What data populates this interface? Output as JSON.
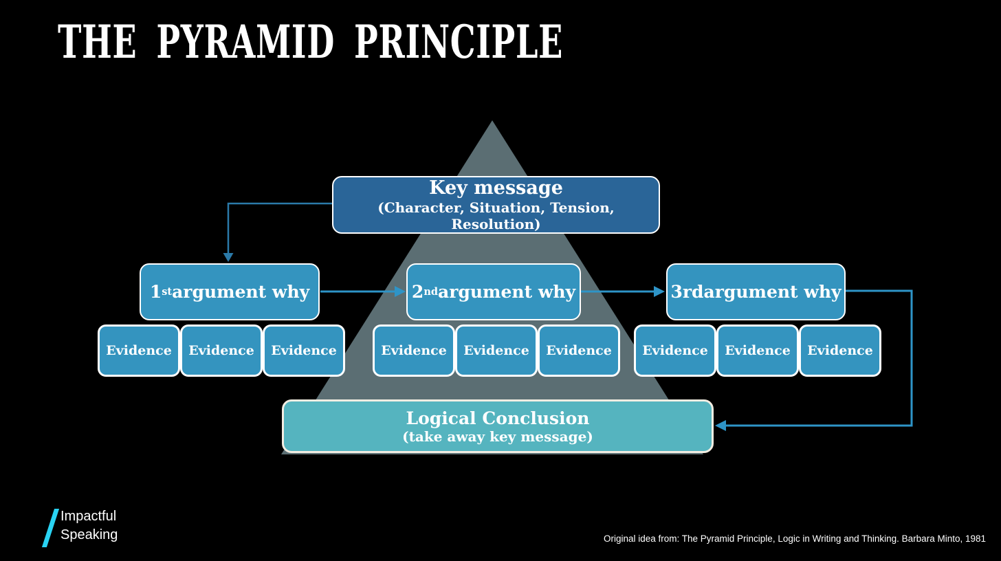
{
  "slide": {
    "title": "THE PYRAMID PRINCIPLE",
    "key_message": {
      "title": "Key message",
      "subtitle": "(Character, Situation, Tension, Resolution)"
    },
    "arguments": [
      {
        "prefix": "1",
        "sup": "st",
        "suffix": " argument why"
      },
      {
        "prefix": "2",
        "sup": "nd",
        "suffix": " argument why"
      },
      {
        "prefix": "3rd",
        "sup": "",
        "suffix": " argument why"
      }
    ],
    "evidence_groups": [
      [
        "Evidence",
        "Evidence",
        "Evidence"
      ],
      [
        "Evidence",
        "Evidence",
        "Evidence"
      ],
      [
        "Evidence",
        "Evidence",
        "Evidence"
      ]
    ],
    "conclusion": {
      "title": "Logical Conclusion",
      "subtitle": "(take away key message)"
    },
    "logo": {
      "line1": "Impactful",
      "line2": "Speaking"
    },
    "credit": "Original idea from: The Pyramid Principle, Logic in Writing and Thinking. Barbara Minto, 1981",
    "colors": {
      "background": "#000000",
      "key_message_fill": "#2a6598",
      "argument_fill": "#3494bf",
      "evidence_fill": "#3494bf",
      "conclusion_fill": "#55b4bf",
      "pyramid_fill": "#5b6e73",
      "arrow": "#2e94c7",
      "arrow_dark": "#2b7aa9",
      "logo_accent": "#29d3f3"
    }
  }
}
